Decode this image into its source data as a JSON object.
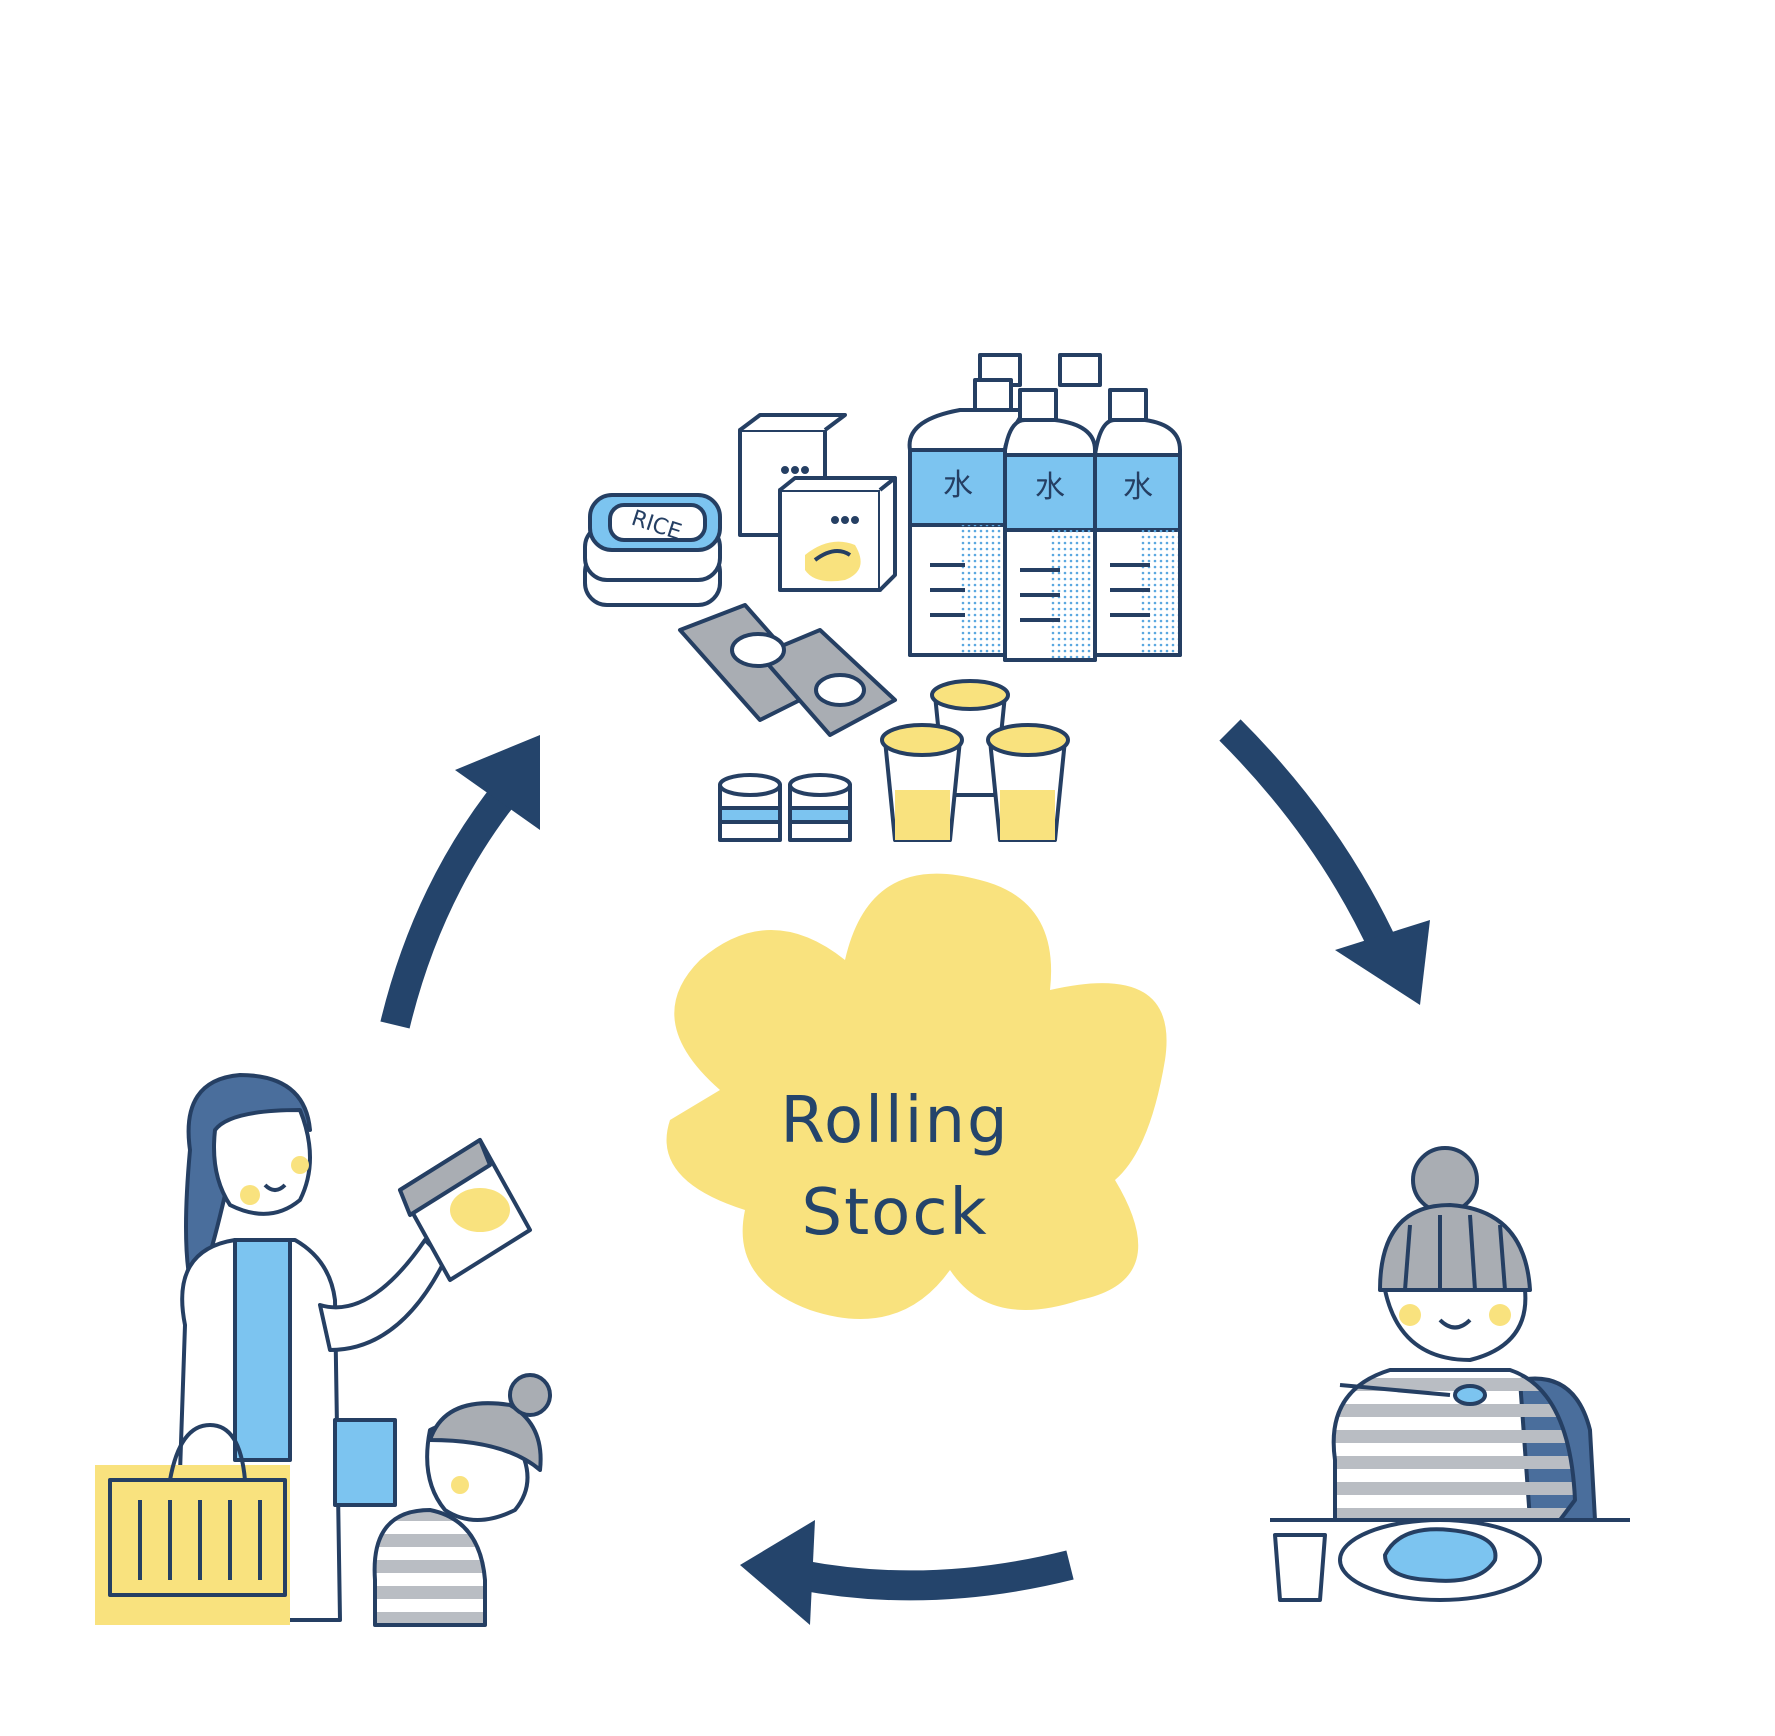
{
  "title": {
    "line1": "Rolling",
    "line2": "Stock"
  },
  "stock": {
    "rice_label": "RICE",
    "water_label": "水"
  },
  "colors": {
    "navy": "#24446b",
    "sky": "#7cc4f0",
    "yellow": "#f9e27e",
    "gray": "#a9adb3",
    "outline": "#253f63"
  }
}
